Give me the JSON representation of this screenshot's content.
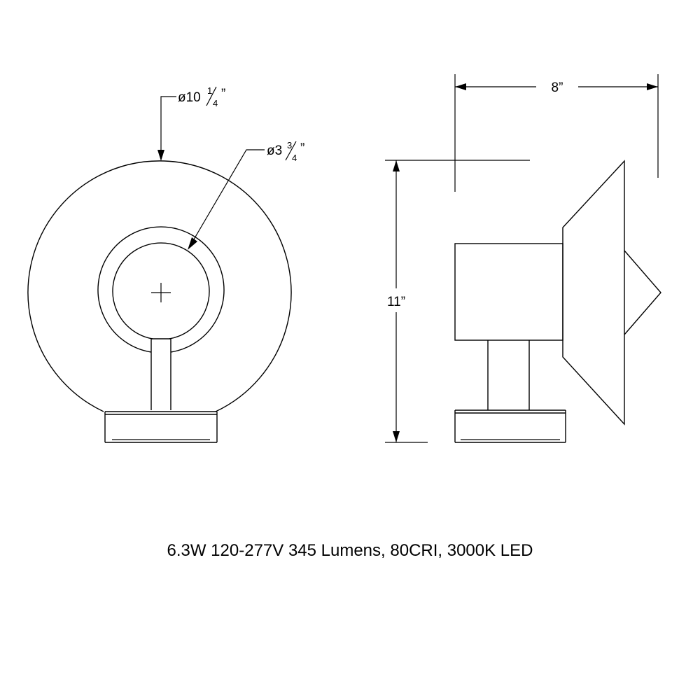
{
  "caption": "6.3W 120-277V 345 Lumens, 80CRI, 3000K LED",
  "dimensions": {
    "outer_diameter": {
      "symbol": "ø",
      "whole": "10",
      "num": "1",
      "den": "4",
      "unit": "”"
    },
    "inner_diameter": {
      "symbol": "ø",
      "whole": "3",
      "num": "3",
      "den": "4",
      "unit": "”"
    },
    "depth": "8”",
    "height": "11”"
  }
}
